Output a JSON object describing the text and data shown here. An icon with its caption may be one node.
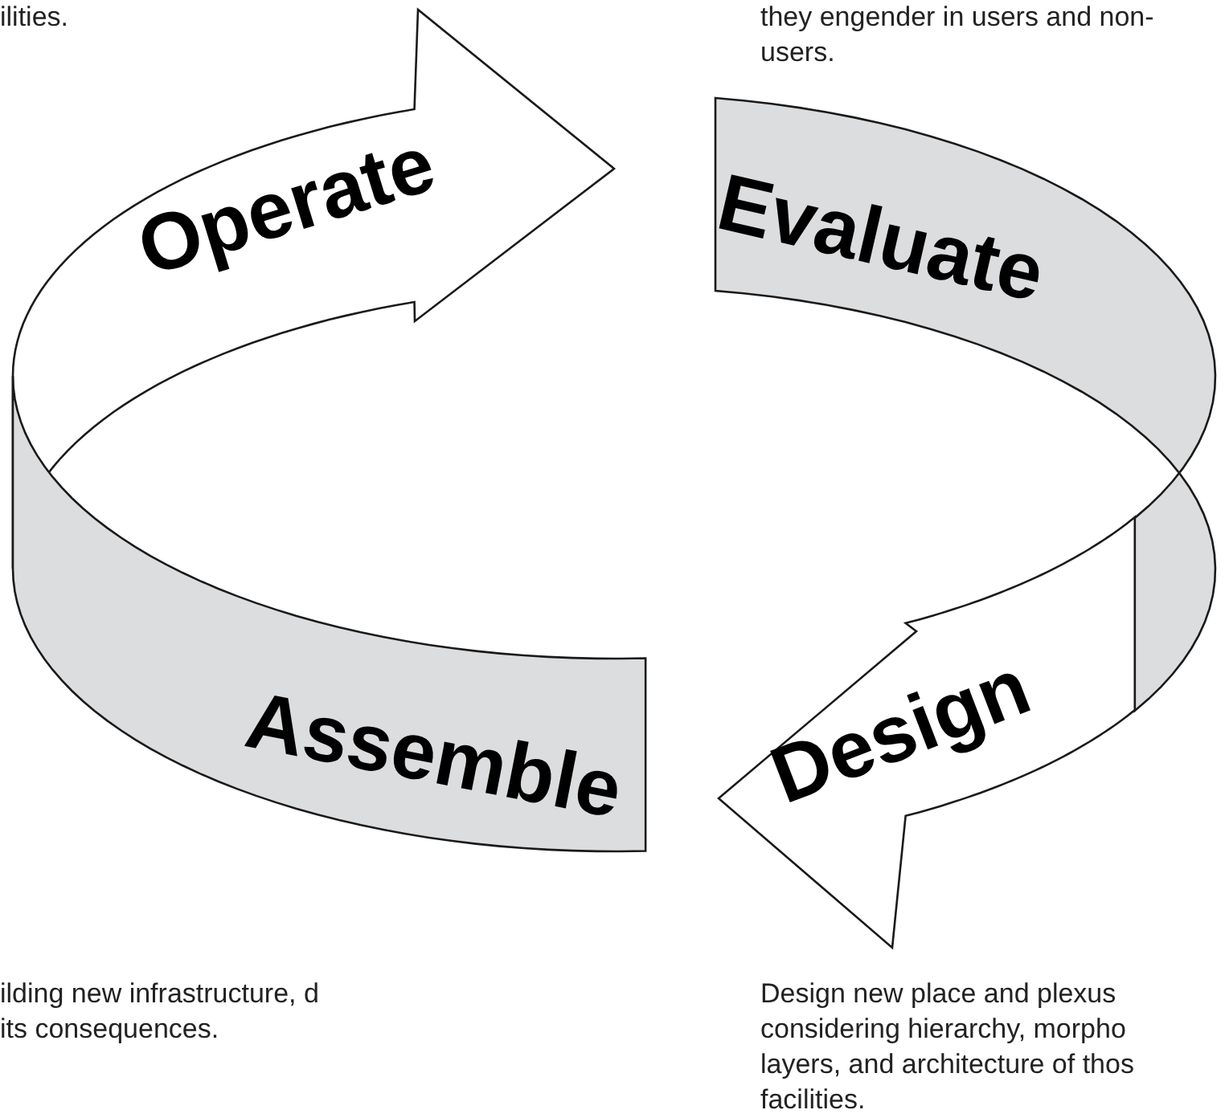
{
  "diagram": {
    "nodes": [
      {
        "text": [
          "Operate"
        ]
      },
      {
        "text": [
          "Evaluate"
        ]
      },
      {
        "text": [
          "Design"
        ]
      },
      {
        "text": [
          "Assemble"
        ]
      }
    ],
    "labels": [
      "ilities.",
      "they engender in users and non-users.",
      "ilding new infrastructure, d its consequences.",
      "Design new place and plexus considering hierarchy, morpho layers, and architecture of thos facilities."
    ]
  }
}
